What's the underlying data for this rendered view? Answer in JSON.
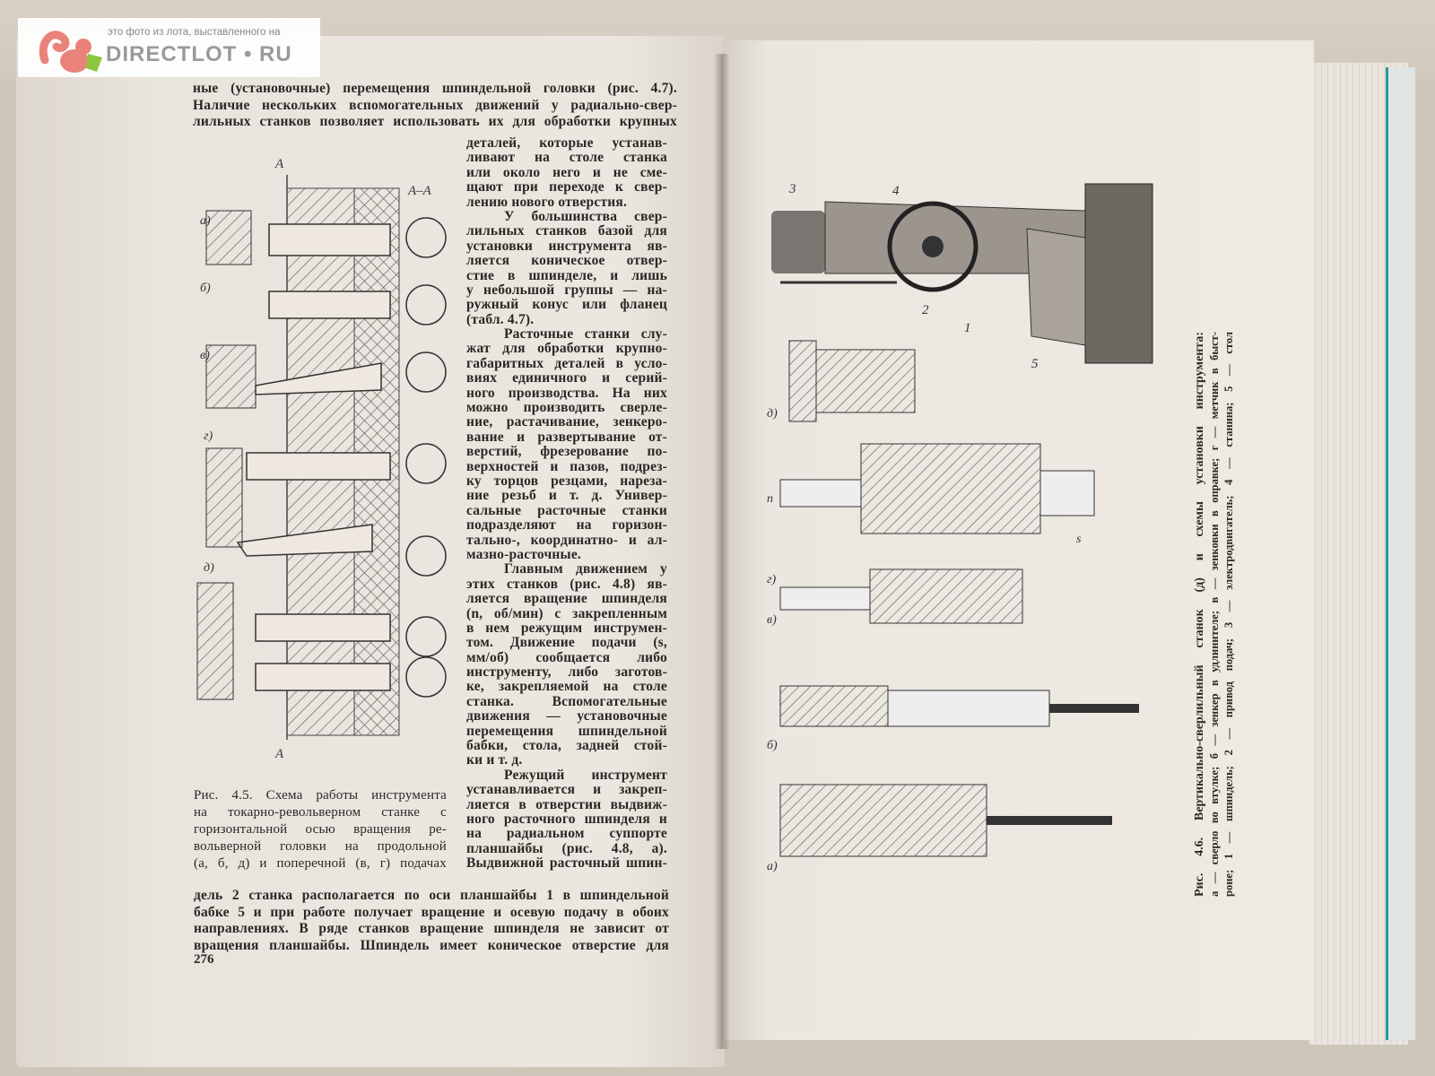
{
  "watermark": {
    "small_text": "это фото из лота, выставленного на",
    "brand": "DIRECTLOT • RU"
  },
  "left_page": {
    "top_lines": [
      "ные (установочные) перемещения шпиндельной головки (рис. 4.7).",
      "Наличие нескольких вспомогательных движений у радиально-свер-",
      "лильных станков позволяет использовать их для обработки крупных"
    ],
    "column_lines": [
      "деталей, которые устанав-",
      "ливают на столе станка",
      "или около него и не сме-",
      "щают при переходе к свер-",
      "лению нового отверстия.",
      "У большинства свер-",
      "лильных станков базой для",
      "установки инструмента яв-",
      "ляется коническое отвер-",
      "стие в шпинделе, и лишь",
      "у небольшой группы — на-",
      "ружный конус или фланец",
      "(табл. 4.7).",
      "Расточные станки слу-",
      "жат для обработки крупно-",
      "габаритных деталей в усло-",
      "виях единичного и серий-",
      "ного производства. На них",
      "можно производить сверле-",
      "ние, растачивание, зенкеро-",
      "вание и развертывание от-",
      "верстий, фрезерование по-",
      "верхностей и пазов, подрез-",
      "ку торцов резцами, нареза-",
      "ние резьб и т. д. Универ-",
      "сальные расточные станки",
      "подразделяют на горизон-",
      "тально-, координатно- и ал-",
      "мазно-расточные.",
      "Главным движением у",
      "этих станков (рис. 4.8) яв-",
      "ляется вращение шпинделя",
      "(n, об/мин) с закрепленным",
      "в нем режущим инструмен-",
      "том. Движение подачи (s,",
      "мм/об) сообщается либо",
      "инструменту, либо заготов-",
      "ке, закрепляемой на столе",
      "станка. Вспомогательные",
      "движения — установочные",
      "перемещения шпиндельной",
      "бабки, стола, задней стой-",
      "ки и т. д.",
      "Режущий инструмент",
      "устанавливается и закреп-",
      "ляется в отверстии выдвиж-",
      "ного расточного шпинделя и",
      "на радиальном суппорте",
      "планшайбы (рис. 4.8, а).",
      "Выдвижной расточный шпин-"
    ],
    "caption_lines": [
      "Рис. 4.5. Схема работы инструмента",
      "на токарно-револьверном станке с",
      "горизонтальной осью вращения ре-",
      "вольверной головки на продольной",
      "(а, б, д) и поперечной (в, г) подачах"
    ],
    "bottom_lines": [
      "дель 2 станка располагается по оси планшайбы 1 в шпиндельной",
      "бабке 5 и при работе получает вращение и осевую подачу в обоих",
      "направлениях. В ряде станков вращение шпинделя не зависит от",
      "вращения планшайбы. Шпиндель имеет коническое отверстие для"
    ],
    "page_number": "276",
    "figure_labels": {
      "section_mark": "A",
      "section": "А–А",
      "a": "а)",
      "b": "б)",
      "v": "в)",
      "g": "г)",
      "d": "д)"
    }
  },
  "right_page": {
    "caption_lines": [
      "Рис. 4.6. Вертикально-сверлильный станок (д) и схемы установки инструмента:",
      "а — сверло во втулке; б — зенкер в удлинителе; в — зенковки в оправке; г — метчик в быст-",
      "роне; 1 — шпиндель; 2 — привод подач; 3 — электродвигатель; 4 — станина; 5 — стол"
    ],
    "figure_labels": {
      "n1": "1",
      "n2": "2",
      "n3": "3",
      "n4": "4",
      "n5": "5",
      "d": "д)",
      "g": "г)",
      "v": "в)",
      "b": "б)",
      "a": "а)",
      "n": "n",
      "s": "s"
    }
  }
}
